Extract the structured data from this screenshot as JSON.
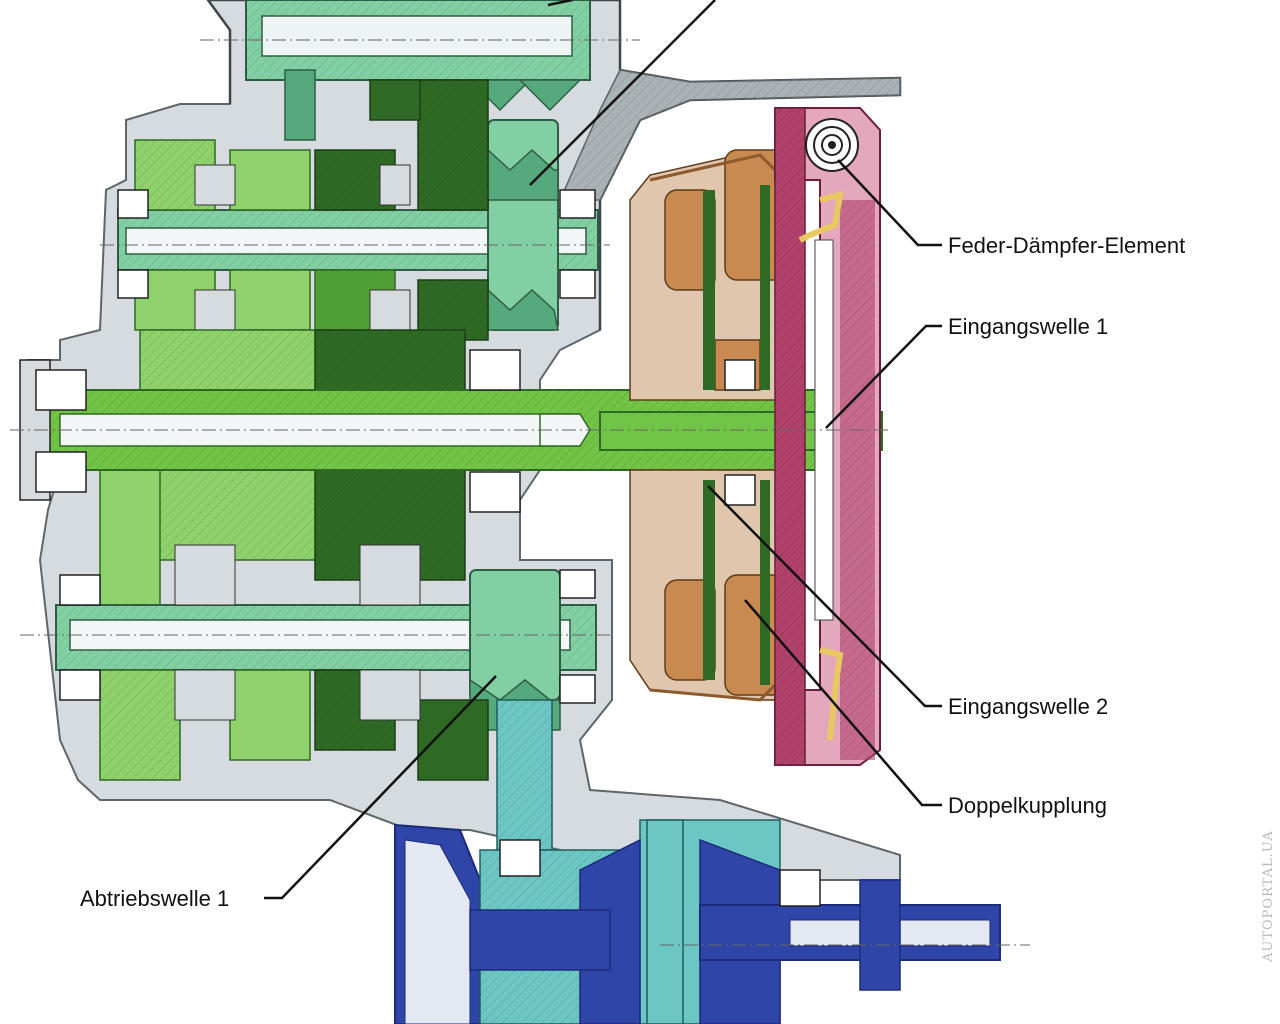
{
  "labels": {
    "feder": "Feder-Dämpfer-Element",
    "eingang1": "Eingangswelle 1",
    "eingang2": "Eingangswelle 2",
    "doppel": "Doppelkupplung",
    "abtrieb": "Abtriebswelle 1"
  },
  "watermark": "AUTOPORTAL.UA",
  "colors": {
    "background": "#ffffff",
    "housing": "#d5dbde",
    "housingDark": "#8f979b",
    "shaftLight": "#72c447",
    "gearLight": "#8fd16a",
    "gearMid": "#4f9e36",
    "gearDark": "#2f6a25",
    "mint": "#83cfa4",
    "mintDark": "#56a97d",
    "clutch": "#c98a52",
    "clutchDark": "#8d5a2d",
    "magenta": "#b0416a",
    "magentaLight": "#e4a8bd",
    "cyan": "#6cc6c4",
    "navy": "#2f45a8",
    "navyDark": "#1c2b7a",
    "line": "#111111"
  }
}
